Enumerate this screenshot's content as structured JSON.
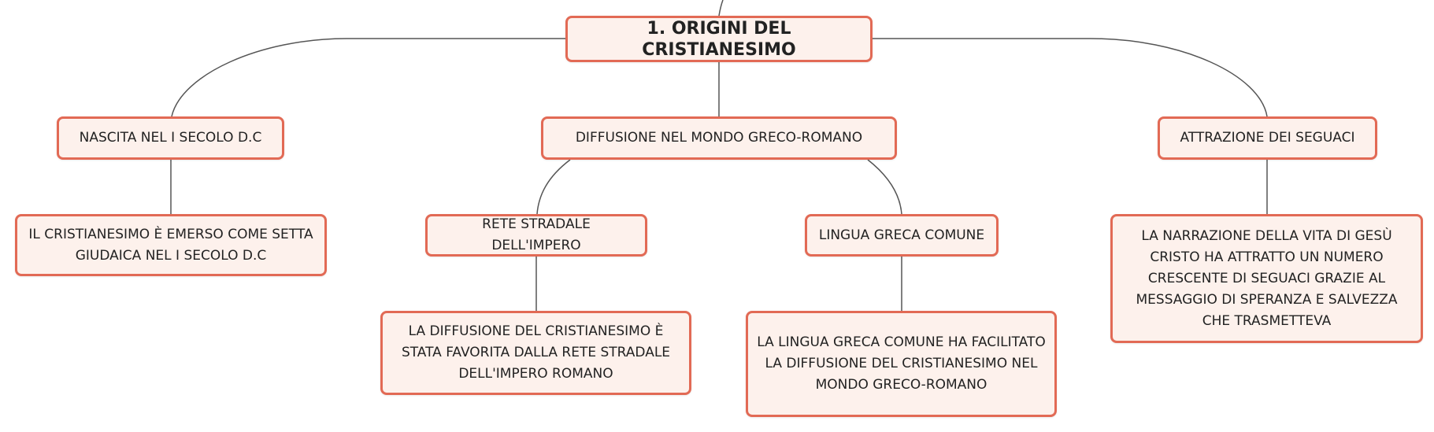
{
  "diagram": {
    "link_color": "#555555",
    "node_border_color": "#e26a55",
    "node_fill_color": "#fdf1ec",
    "root": {
      "label": "1. ORIGINI DEL CRISTIANESIMO"
    },
    "branches": {
      "nascita": {
        "label": "NASCITA NEL I SECOLO D.C",
        "detail": "IL CRISTIANESIMO È EMERSO COME SETTA GIUDAICA NEL I SECOLO D.C"
      },
      "diffusione": {
        "label": "DIFFUSIONE NEL MONDO GRECO-ROMANO",
        "rete": {
          "label": "RETE STRADALE DELL'IMPERO",
          "detail": "LA DIFFUSIONE DEL CRISTIANESIMO È STATA FAVORITA DALLA RETE STRADALE DELL'IMPERO ROMANO"
        },
        "lingua": {
          "label": "LINGUA GRECA COMUNE",
          "detail": "LA LINGUA GRECA COMUNE HA FACILITATO LA DIFFUSIONE DEL CRISTIANESIMO NEL MONDO GRECO-ROMANO"
        }
      },
      "attrazione": {
        "label": "ATTRAZIONE DEI SEGUACI",
        "detail": "LA NARRAZIONE DELLA VITA DI GESÙ CRISTO HA ATTRATTO UN NUMERO CRESCENTE DI SEGUACI GRAZIE AL MESSAGGIO DI SPERANZA E SALVEZZA CHE TRASMETTEVA"
      }
    }
  }
}
